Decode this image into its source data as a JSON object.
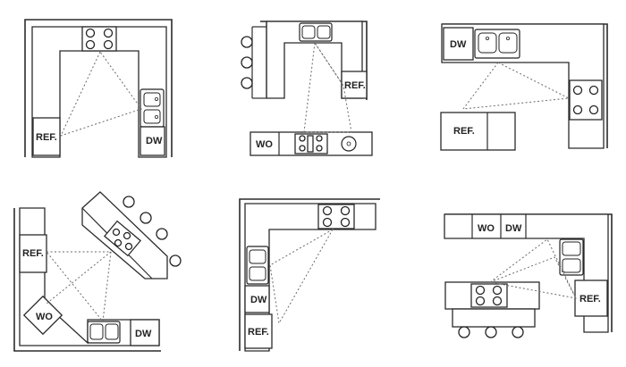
{
  "labels": {
    "ref": "REF.",
    "dw": "DW",
    "wo": "WO"
  }
}
